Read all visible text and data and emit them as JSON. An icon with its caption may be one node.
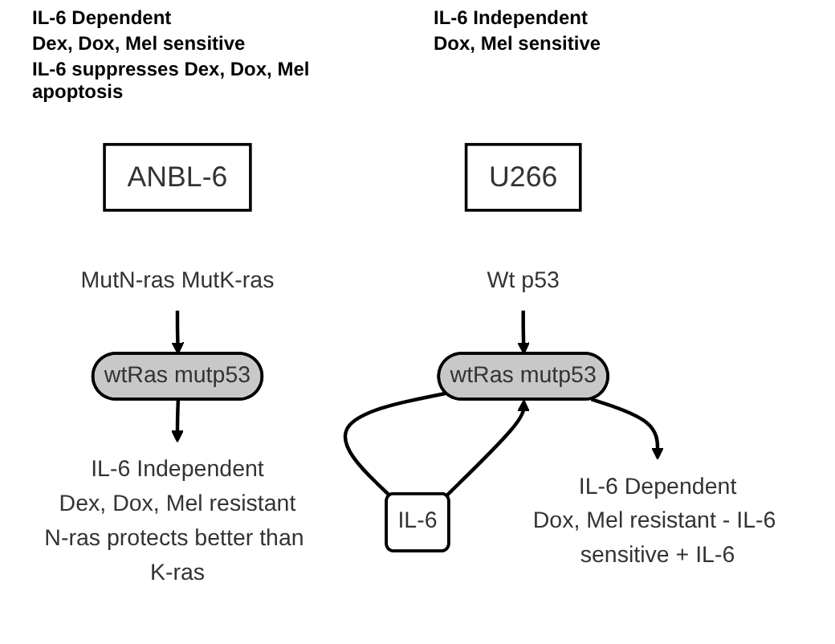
{
  "diagram": {
    "nodes": [
      {
        "text": [
          "ANBL-6"
        ]
      },
      {
        "text": [
          "U266"
        ]
      },
      {
        "text": [
          "MutN-ras MutK-ras"
        ]
      },
      {
        "text": [
          "wtRas mutp53"
        ]
      },
      {
        "text": [
          "Wt p53"
        ]
      },
      {
        "text": [
          "wtRas mutp53"
        ]
      },
      {
        "text": [
          "IL-6"
        ]
      },
      {
        "text": [
          "IL-6 Independent",
          "Dex, Dox, Mel resistant",
          "N-ras protects better than K-ras"
        ]
      },
      {
        "text": [
          "IL-6 Dependent",
          "Dox, Mel resistant - IL-6 sensitive + IL-6"
        ]
      }
    ],
    "edges": [
      {
        "from": 2,
        "to": 3,
        "arrow": "to"
      },
      {
        "from": 3,
        "to": 7,
        "arrow": "to"
      },
      {
        "from": 4,
        "to": 5,
        "arrow": "to"
      },
      {
        "from": 5,
        "to": 6,
        "arrow": "none"
      },
      {
        "from": 6,
        "to": 5,
        "arrow": "to"
      },
      {
        "from": 5,
        "to": 8,
        "arrow": "to"
      }
    ],
    "labels": [
      "IL-6 Dependent",
      "Dex, Dox, Mel sensitive",
      "IL-6 suppresses Dex, Dox, Mel apoptosis",
      "IL-6 Independent",
      "Dox, Mel sensitive"
    ]
  }
}
